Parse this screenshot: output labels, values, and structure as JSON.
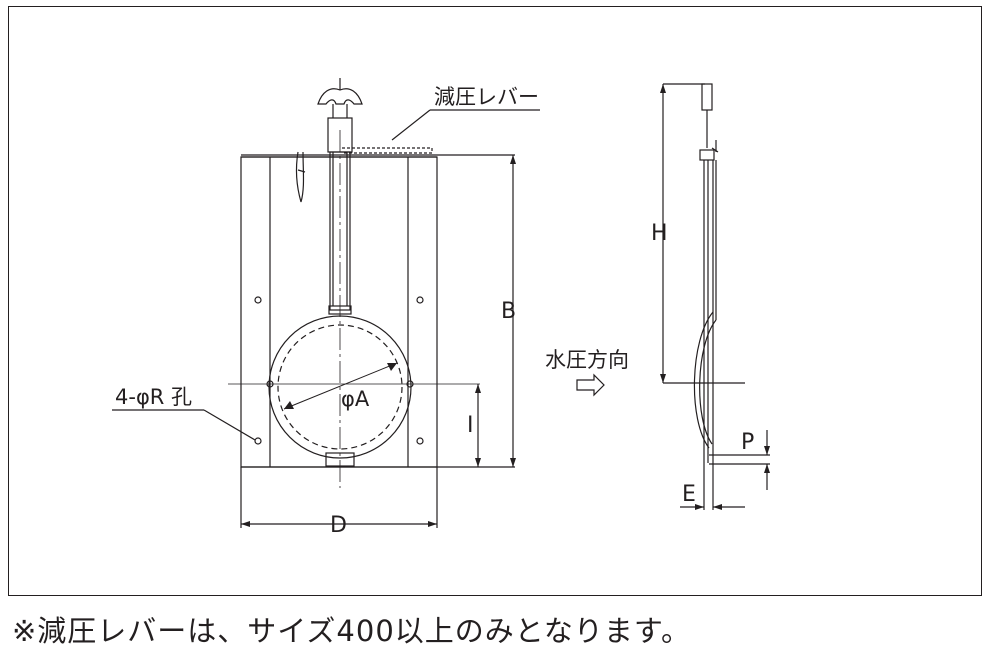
{
  "labels": {
    "pressure_lever": "減圧レバー",
    "dim_B": "B",
    "dim_H": "H",
    "dim_A": "φA",
    "hole": "4-φR 孔",
    "dim_I": "I",
    "dim_D": "D",
    "water_direction": "水圧方向",
    "dim_P": "P",
    "dim_E": "E"
  },
  "footnote": "※減圧レバーは、サイズ400以上のみとなります。"
}
